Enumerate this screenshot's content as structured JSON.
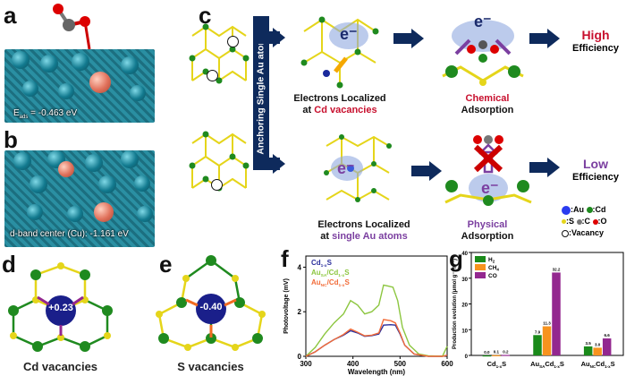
{
  "panels": {
    "a": {
      "label": "a",
      "energy_text": "E",
      "energy_sub": "ads",
      "energy_value": " = -0.463 eV"
    },
    "b": {
      "label": "b",
      "dband_text": "d-band center (Cu): -1.161 eV"
    },
    "c": {
      "label": "c",
      "anchoring_label": "Anchoring Single Au atoms",
      "top": {
        "electron": "e⁻",
        "caption_line1": "Electrons Localized",
        "caption_prefix": "at ",
        "caption_highlight": "Cd vacancies",
        "ads_highlight": "Chemical",
        "ads_line2": "Adsorption",
        "eff_level": "High",
        "eff_word": "Efficiency"
      },
      "bottom": {
        "electron": "e⁻",
        "caption_line1": "Electrons Localized",
        "caption_prefix": "at ",
        "caption_highlight": "single Au atoms",
        "ads_highlight": "Physical",
        "ads_line2": "Adsorption",
        "eff_level": "Low",
        "eff_word": "Efficiency"
      },
      "legend": {
        "au": ":Au",
        "cd": ":Cd",
        "s": ":S",
        "c": ":C",
        "o": ":O",
        "vacancy": ":Vacancy"
      }
    },
    "d": {
      "label": "d",
      "charge": "+0.23",
      "caption": "Cd vacancies"
    },
    "e": {
      "label": "e",
      "charge": "-0.40",
      "caption": "S vacancies"
    },
    "f": {
      "label": "f"
    },
    "g": {
      "label": "g"
    }
  },
  "colors": {
    "navy": "#0e2a5c",
    "high": "#c8102e",
    "low": "#7b3fa0",
    "cd": "#1f8a1f",
    "s": "#f2e21a",
    "au": "#1a2a9c"
  },
  "chart_data": [
    {
      "type": "line",
      "xlabel": "Wavelength (nm)",
      "ylabel": "Photovoltage (mV)",
      "xlim": [
        300,
        600
      ],
      "ylim": [
        0,
        4.5
      ],
      "xticks": [
        300,
        400,
        500,
        600
      ],
      "yticks": [
        0,
        2,
        4
      ],
      "legend_position": "top-left",
      "series": [
        {
          "name": "Cd1-xS",
          "color": "#2b2f9c",
          "x": [
            300,
            320,
            340,
            360,
            380,
            395,
            410,
            425,
            440,
            455,
            465,
            480,
            490,
            500,
            510,
            530,
            560,
            590,
            600
          ],
          "y": [
            0,
            0.2,
            0.5,
            0.75,
            0.95,
            1.15,
            1.05,
            0.9,
            0.93,
            1.0,
            1.4,
            1.42,
            1.4,
            1.0,
            0.5,
            0.1,
            0,
            0,
            0.05
          ]
        },
        {
          "name": "AuSA/Cd1-xS",
          "color": "#8cc63f",
          "x": [
            300,
            320,
            340,
            360,
            380,
            395,
            410,
            425,
            440,
            455,
            465,
            475,
            485,
            495,
            505,
            520,
            540,
            560,
            590,
            600
          ],
          "y": [
            0,
            0.4,
            1.0,
            1.5,
            1.9,
            2.5,
            2.3,
            1.9,
            2.0,
            2.3,
            3.2,
            3.15,
            3.1,
            2.5,
            1.3,
            0.5,
            0.1,
            0.02,
            0,
            0.45
          ]
        },
        {
          "name": "AuNC/Cd1-xS",
          "color": "#f26b38",
          "x": [
            300,
            320,
            340,
            360,
            380,
            395,
            410,
            425,
            440,
            455,
            465,
            480,
            490,
            500,
            510,
            530,
            560,
            590,
            600
          ],
          "y": [
            0,
            0.2,
            0.5,
            0.75,
            0.98,
            1.22,
            1.08,
            0.92,
            0.95,
            1.05,
            1.65,
            1.6,
            1.5,
            1.05,
            0.5,
            0.1,
            0,
            0,
            0.05
          ]
        }
      ]
    },
    {
      "type": "bar",
      "ylabel": "Production evolution (μmol g⁻¹ h⁻¹)",
      "ylim": [
        0,
        40
      ],
      "yticks": [
        0,
        10,
        20,
        30,
        40
      ],
      "categories": [
        "Cd1-xS",
        "AuSACd1-xS",
        "AuNCCd1-xS"
      ],
      "legend_position": "top-left",
      "series": [
        {
          "name": "H2",
          "color": "#1a8a1a",
          "values": [
            0.0,
            7.9,
            3.5
          ],
          "labels": [
            "0.0",
            "7.9",
            "3.5"
          ]
        },
        {
          "name": "CH4",
          "color": "#f7931e",
          "values": [
            0.1,
            11.3,
            3.0
          ],
          "labels": [
            "0.1",
            "11.3",
            "3.0"
          ]
        },
        {
          "name": "CO",
          "color": "#93278f",
          "values": [
            0.2,
            32.2,
            6.6
          ],
          "labels": [
            "0.2",
            "32.2",
            "6.6"
          ]
        }
      ]
    }
  ]
}
